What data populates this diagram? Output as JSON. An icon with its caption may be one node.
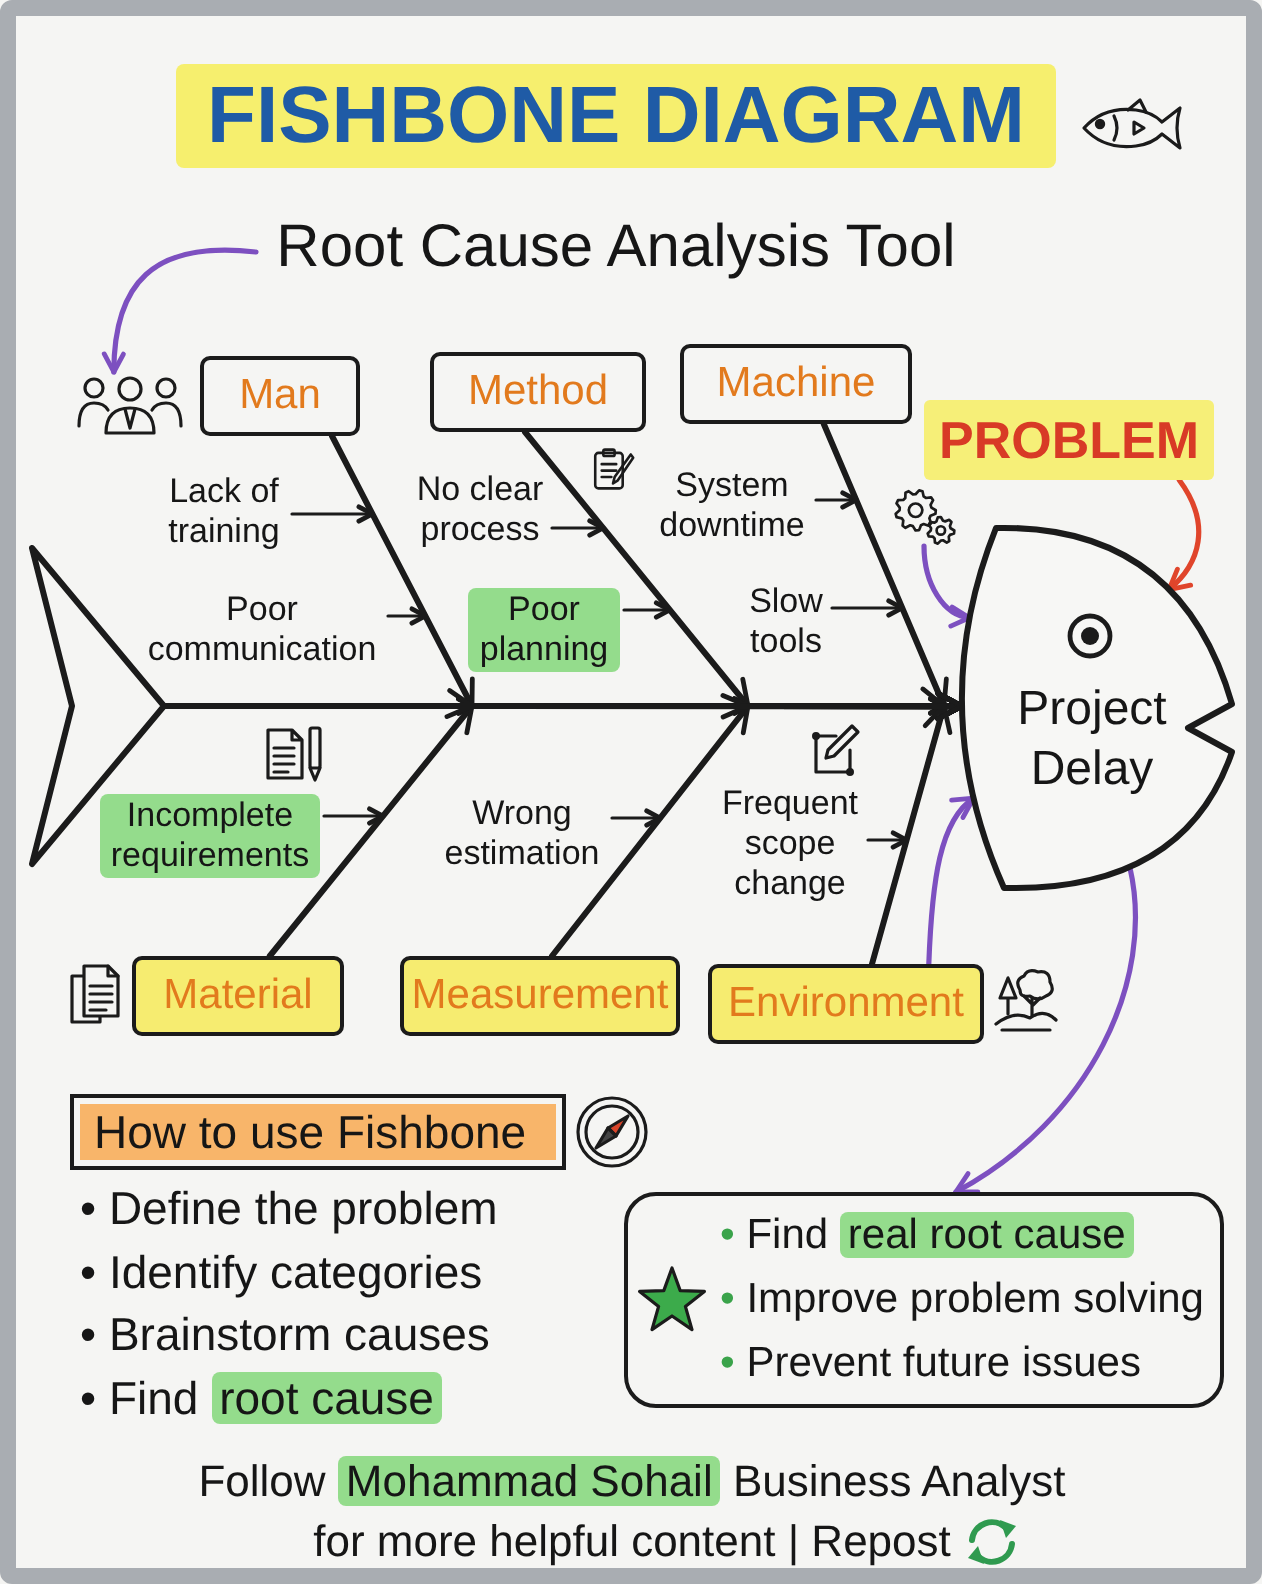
{
  "diagram": {
    "title": "FISHBONE DIAGRAM",
    "nodes": [
      {
        "text": [
          "Root Cause Analysis Tool"
        ]
      },
      {
        "text": [],
        "shape": "picture"
      },
      {
        "text": [
          "Man"
        ]
      },
      {
        "text": [
          "Method"
        ]
      },
      {
        "text": [
          "Machine"
        ]
      },
      {
        "text": [
          "PROBLEM"
        ]
      },
      {
        "text": [],
        "shape": "picture"
      },
      {
        "text": [
          "Lack of training"
        ]
      },
      {
        "text": [
          "No clear process"
        ]
      },
      {
        "text": [
          "System downtime"
        ]
      },
      {
        "text": [
          "Poor communication"
        ]
      },
      {
        "text": [
          "Poor planning"
        ]
      },
      {
        "text": [
          "Slow tools"
        ]
      },
      {
        "text": [],
        "shape": "triangle"
      },
      {
        "text": [
          "Project Delay"
        ]
      },
      {
        "text": [
          "Incomplete requirements"
        ]
      },
      {
        "text": [
          "Wrong estimation"
        ]
      },
      {
        "text": [
          "Frequent scope change"
        ]
      },
      {
        "text": [
          "Material"
        ]
      },
      {
        "text": [
          "Measurement"
        ]
      },
      {
        "text": [
          "Environment"
        ]
      },
      {
        "text": [
          "How to use Fishbone"
        ]
      },
      {
        "text": [
          "• Find real root cause",
          "• Improve problem solving",
          "• Prevent future issues"
        ]
      }
    ],
    "edges": [
      {
        "from": 0,
        "to": 1,
        "arrow": "to",
        "color": "#7d50c0"
      },
      {
        "from": 7,
        "to": 14,
        "arrow": "to"
      },
      {
        "from": 10,
        "to": 14,
        "arrow": "to"
      },
      {
        "from": 8,
        "to": 14,
        "arrow": "to"
      },
      {
        "from": 11,
        "to": 14,
        "arrow": "to"
      },
      {
        "from": 9,
        "to": 14,
        "arrow": "to"
      },
      {
        "from": 12,
        "to": 14,
        "arrow": "to"
      },
      {
        "from": 15,
        "to": 14,
        "arrow": "to"
      },
      {
        "from": 16,
        "to": 14,
        "arrow": "to"
      },
      {
        "from": 17,
        "to": 14,
        "arrow": "to"
      },
      {
        "from": 2,
        "to": 14,
        "arrow": "to"
      },
      {
        "from": 3,
        "to": 14,
        "arrow": "to"
      },
      {
        "from": 4,
        "to": 14,
        "arrow": "to"
      },
      {
        "from": 18,
        "to": 14,
        "arrow": "to"
      },
      {
        "from": 19,
        "to": 14,
        "arrow": "to"
      },
      {
        "from": 20,
        "to": 14,
        "arrow": "to"
      },
      {
        "from": 13,
        "to": 14,
        "arrow": "to"
      },
      {
        "from": 5,
        "to": 14,
        "arrow": "to",
        "color": "#e0452b"
      },
      {
        "from": 6,
        "to": 14,
        "arrow": "to",
        "color": "#7d50c0"
      },
      {
        "from": 20,
        "to": 14,
        "arrow": "to",
        "color": "#7d50c0"
      },
      {
        "from": 14,
        "to": 22,
        "arrow": "to",
        "color": "#7d50c0"
      }
    ],
    "labels": [
      "• Define the problem",
      "• Identify categories",
      "• Brainstorm causes",
      "• Find root cause",
      "Follow Mohammad Sohail Business Analyst for more helpful content | Repost"
    ]
  }
}
